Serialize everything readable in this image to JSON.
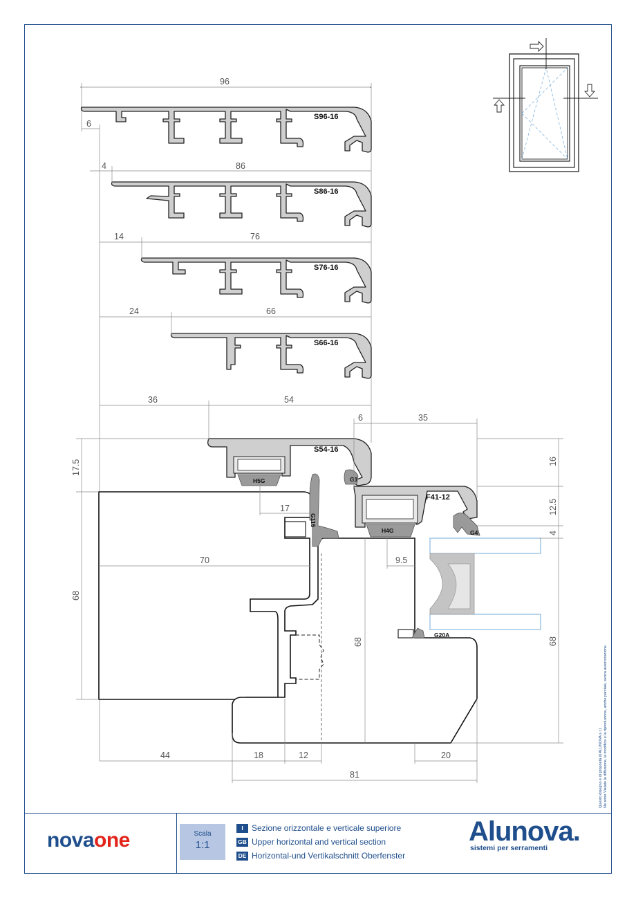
{
  "drawing": {
    "profile_labels": {
      "s96": "S96-16",
      "s86": "S86-16",
      "s76": "S76-16",
      "s66": "S66-16",
      "s54": "S54-16",
      "f41": "F41-12"
    },
    "gasket_labels": {
      "h5g": "H5G",
      "g1": "G1",
      "g115": "G115",
      "h4g": "H4G",
      "g4": "G4",
      "g20a": "G20A"
    },
    "dimensions": {
      "d96": "96",
      "d6a": "6",
      "d4": "4",
      "d86": "86",
      "d14": "14",
      "d76": "76",
      "d24": "24",
      "d66": "66",
      "d36": "36",
      "d54": "54",
      "d6b": "6",
      "d35": "35",
      "d17_5": "17.5",
      "d16": "16",
      "d12_5": "12.5",
      "d4b": "4",
      "d17": "17",
      "d70": "70",
      "d9_5": "9.5",
      "d68l": "68",
      "d68m": "68",
      "d68r": "68",
      "d44": "44",
      "d18": "18",
      "d12": "12",
      "d20": "20",
      "d81": "81"
    }
  },
  "footer": {
    "brand_left": "nova",
    "brand_right": "one",
    "scale_title": "Scala",
    "scale_value": "1:1",
    "legend": [
      {
        "code": "I",
        "text": "Sezione orizzontale e verticale superiore"
      },
      {
        "code": "GB",
        "text": "Upper horizontal and vertical section"
      },
      {
        "code": "DE",
        "text": "Horizontal-und Vertikalschnitt Oberfenster"
      }
    ],
    "logo_word": "Alunova",
    "logo_dot": ".",
    "logo_tagline": "sistemi per serramenti",
    "copyright_line1": "Questo disegno è di proprietà di ALUNOVA s.r.l.",
    "copyright_line2": "Ne sono Vietate la diffusione, la modifica e la riproduzione, anche parziale, senza autorizzazione."
  },
  "colors": {
    "border": "#1f4e8c",
    "brand_blue": "#1f4e8c",
    "brand_red": "#e2231a",
    "scale_bg": "#b7c6e2",
    "glass_edge": "#7fb2de"
  }
}
